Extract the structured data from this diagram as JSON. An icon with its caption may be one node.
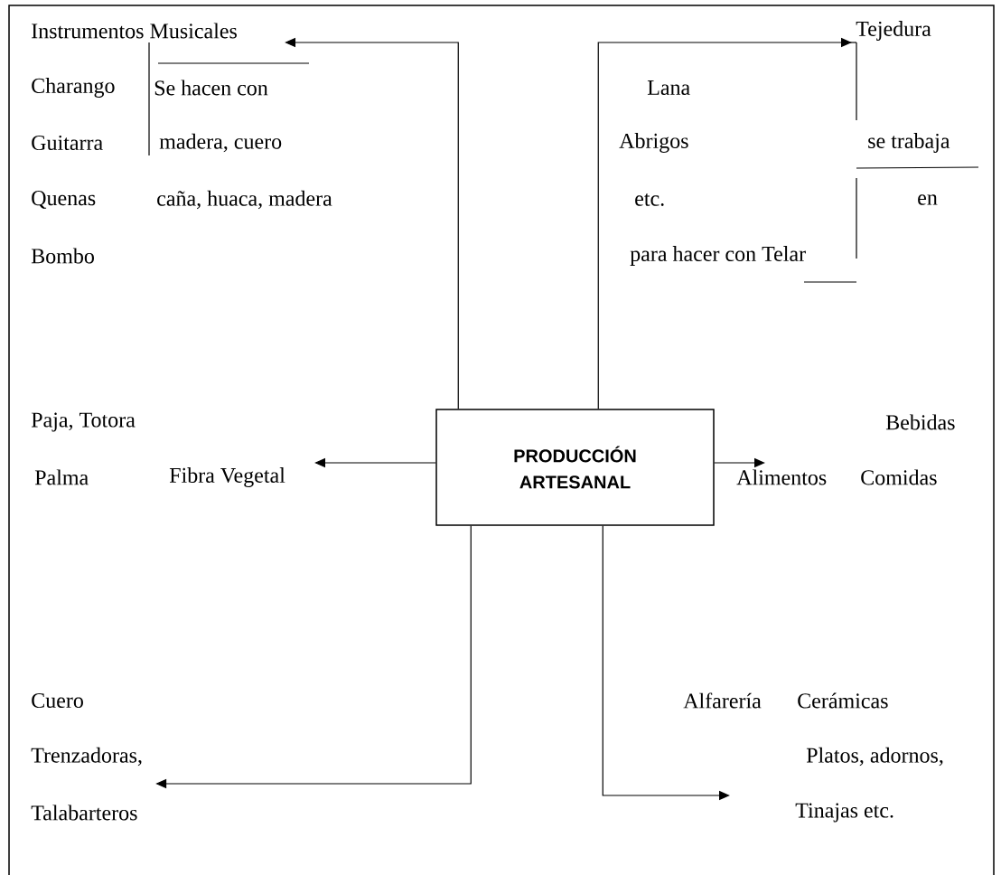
{
  "diagram": {
    "nodes": [
      {
        "text": [
          "Instrumentos Musicales"
        ]
      },
      {
        "text": [
          "Tejedura"
        ]
      },
      {
        "text": [
          "Fibra Vegetal"
        ]
      },
      {
        "text": [
          "PRODUCCIÓN ARTESANAL"
        ]
      },
      {
        "text": [
          "Alimentos"
        ]
      },
      {
        "text": [
          "Trenzadoras,"
        ]
      }
    ],
    "edges": [
      {
        "from": 3,
        "to": 0,
        "arrow": "to"
      },
      {
        "from": 3,
        "to": 1,
        "arrow": "to"
      },
      {
        "from": 3,
        "to": 2,
        "arrow": "to"
      },
      {
        "from": 3,
        "to": 4,
        "arrow": "to"
      },
      {
        "from": 3,
        "to": 5,
        "arrow": "to"
      },
      {
        "from": 3,
        "to": null,
        "arrow": "to"
      }
    ],
    "labels": [
      "Charango",
      "Se hacen con",
      "Lana",
      "Guitarra",
      "madera, cuero",
      "Abrigos",
      "se trabaja",
      "Quenas",
      "caña, huaca, madera",
      "etc.",
      "en",
      "Bombo",
      "para hacer con Telar",
      "Paja, Totora",
      "Bebidas",
      "Palma",
      "Comidas",
      "Cuero",
      "Alfarería",
      "Cerámicas",
      "Platos, adornos,",
      "Talabarteros",
      "Tinajas etc."
    ]
  }
}
